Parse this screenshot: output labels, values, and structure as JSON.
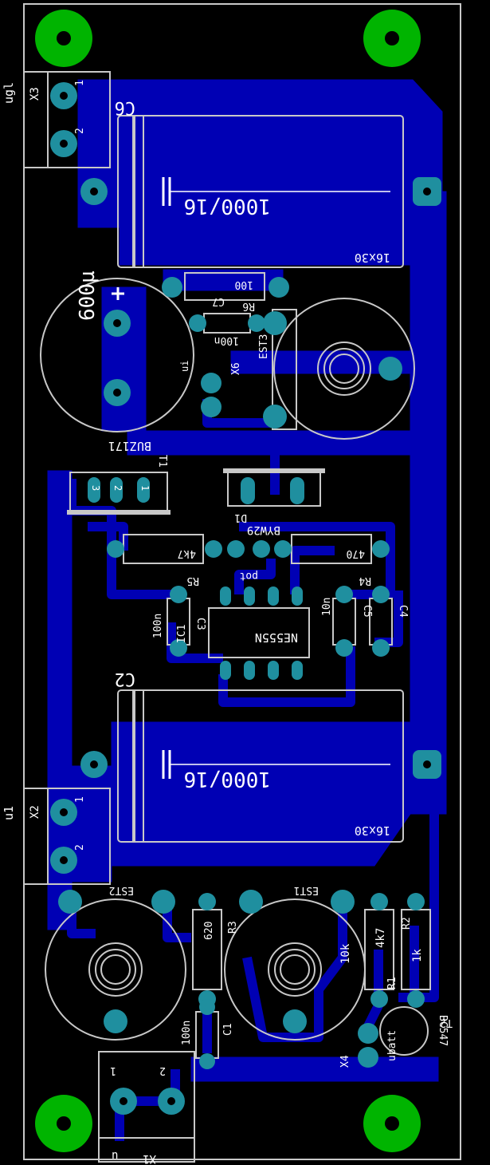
{
  "colors": {
    "background": "#000000",
    "copper": "#0000b4",
    "pad_copper": "#1f8f9f",
    "via": "#00b400",
    "silkscreen": "#ffffff",
    "outline": "#c8c8c8"
  },
  "labels": {
    "ugl": "ugl",
    "x3": "X3",
    "x3_p1": "1",
    "x3_p2": "2",
    "c6": "C6",
    "c6_value": "1000/16",
    "c6_size": "16x30",
    "c7": "C7",
    "c7_value": "100n",
    "r6": "R6",
    "r6_value": "100",
    "cap_600": "600µ",
    "ui": "ui",
    "x6": "X6",
    "est3": "EST3",
    "buz": "BUZ171",
    "t1": "T1",
    "t1_p1": "1",
    "t1_p2": "2",
    "t1_p3": "3",
    "d1": "D1",
    "byw": "BYW29",
    "r5": "R5",
    "r5_value": "4k7",
    "pot": "pot",
    "r4": "R4",
    "r4_value": "470",
    "c3": "C3",
    "c3_value": "100n",
    "ic1": "IC1",
    "ne555": "NE555N",
    "c5": "C5",
    "c5_value": "10n",
    "c4": "C4",
    "c2": "C2",
    "c2_value": "1000/16",
    "c2_size": "16x30",
    "u1": "u1",
    "x2": "X2",
    "x2_p1": "1",
    "x2_p2": "2",
    "est2": "EST2",
    "est1": "EST1",
    "r3": "R3",
    "r3_value": "620",
    "est1_value": "10k",
    "r1": "R1",
    "r1_value": "4k7",
    "r2": "R2",
    "r2_value": "1k",
    "c1": "C1",
    "c1_value": "100n",
    "x4": "X4",
    "ubatt": "ubatt",
    "t2": "T2",
    "bc547": "BC547",
    "x1": "X1",
    "x1_p1": "1",
    "x1_p2": "2",
    "n": "n"
  }
}
